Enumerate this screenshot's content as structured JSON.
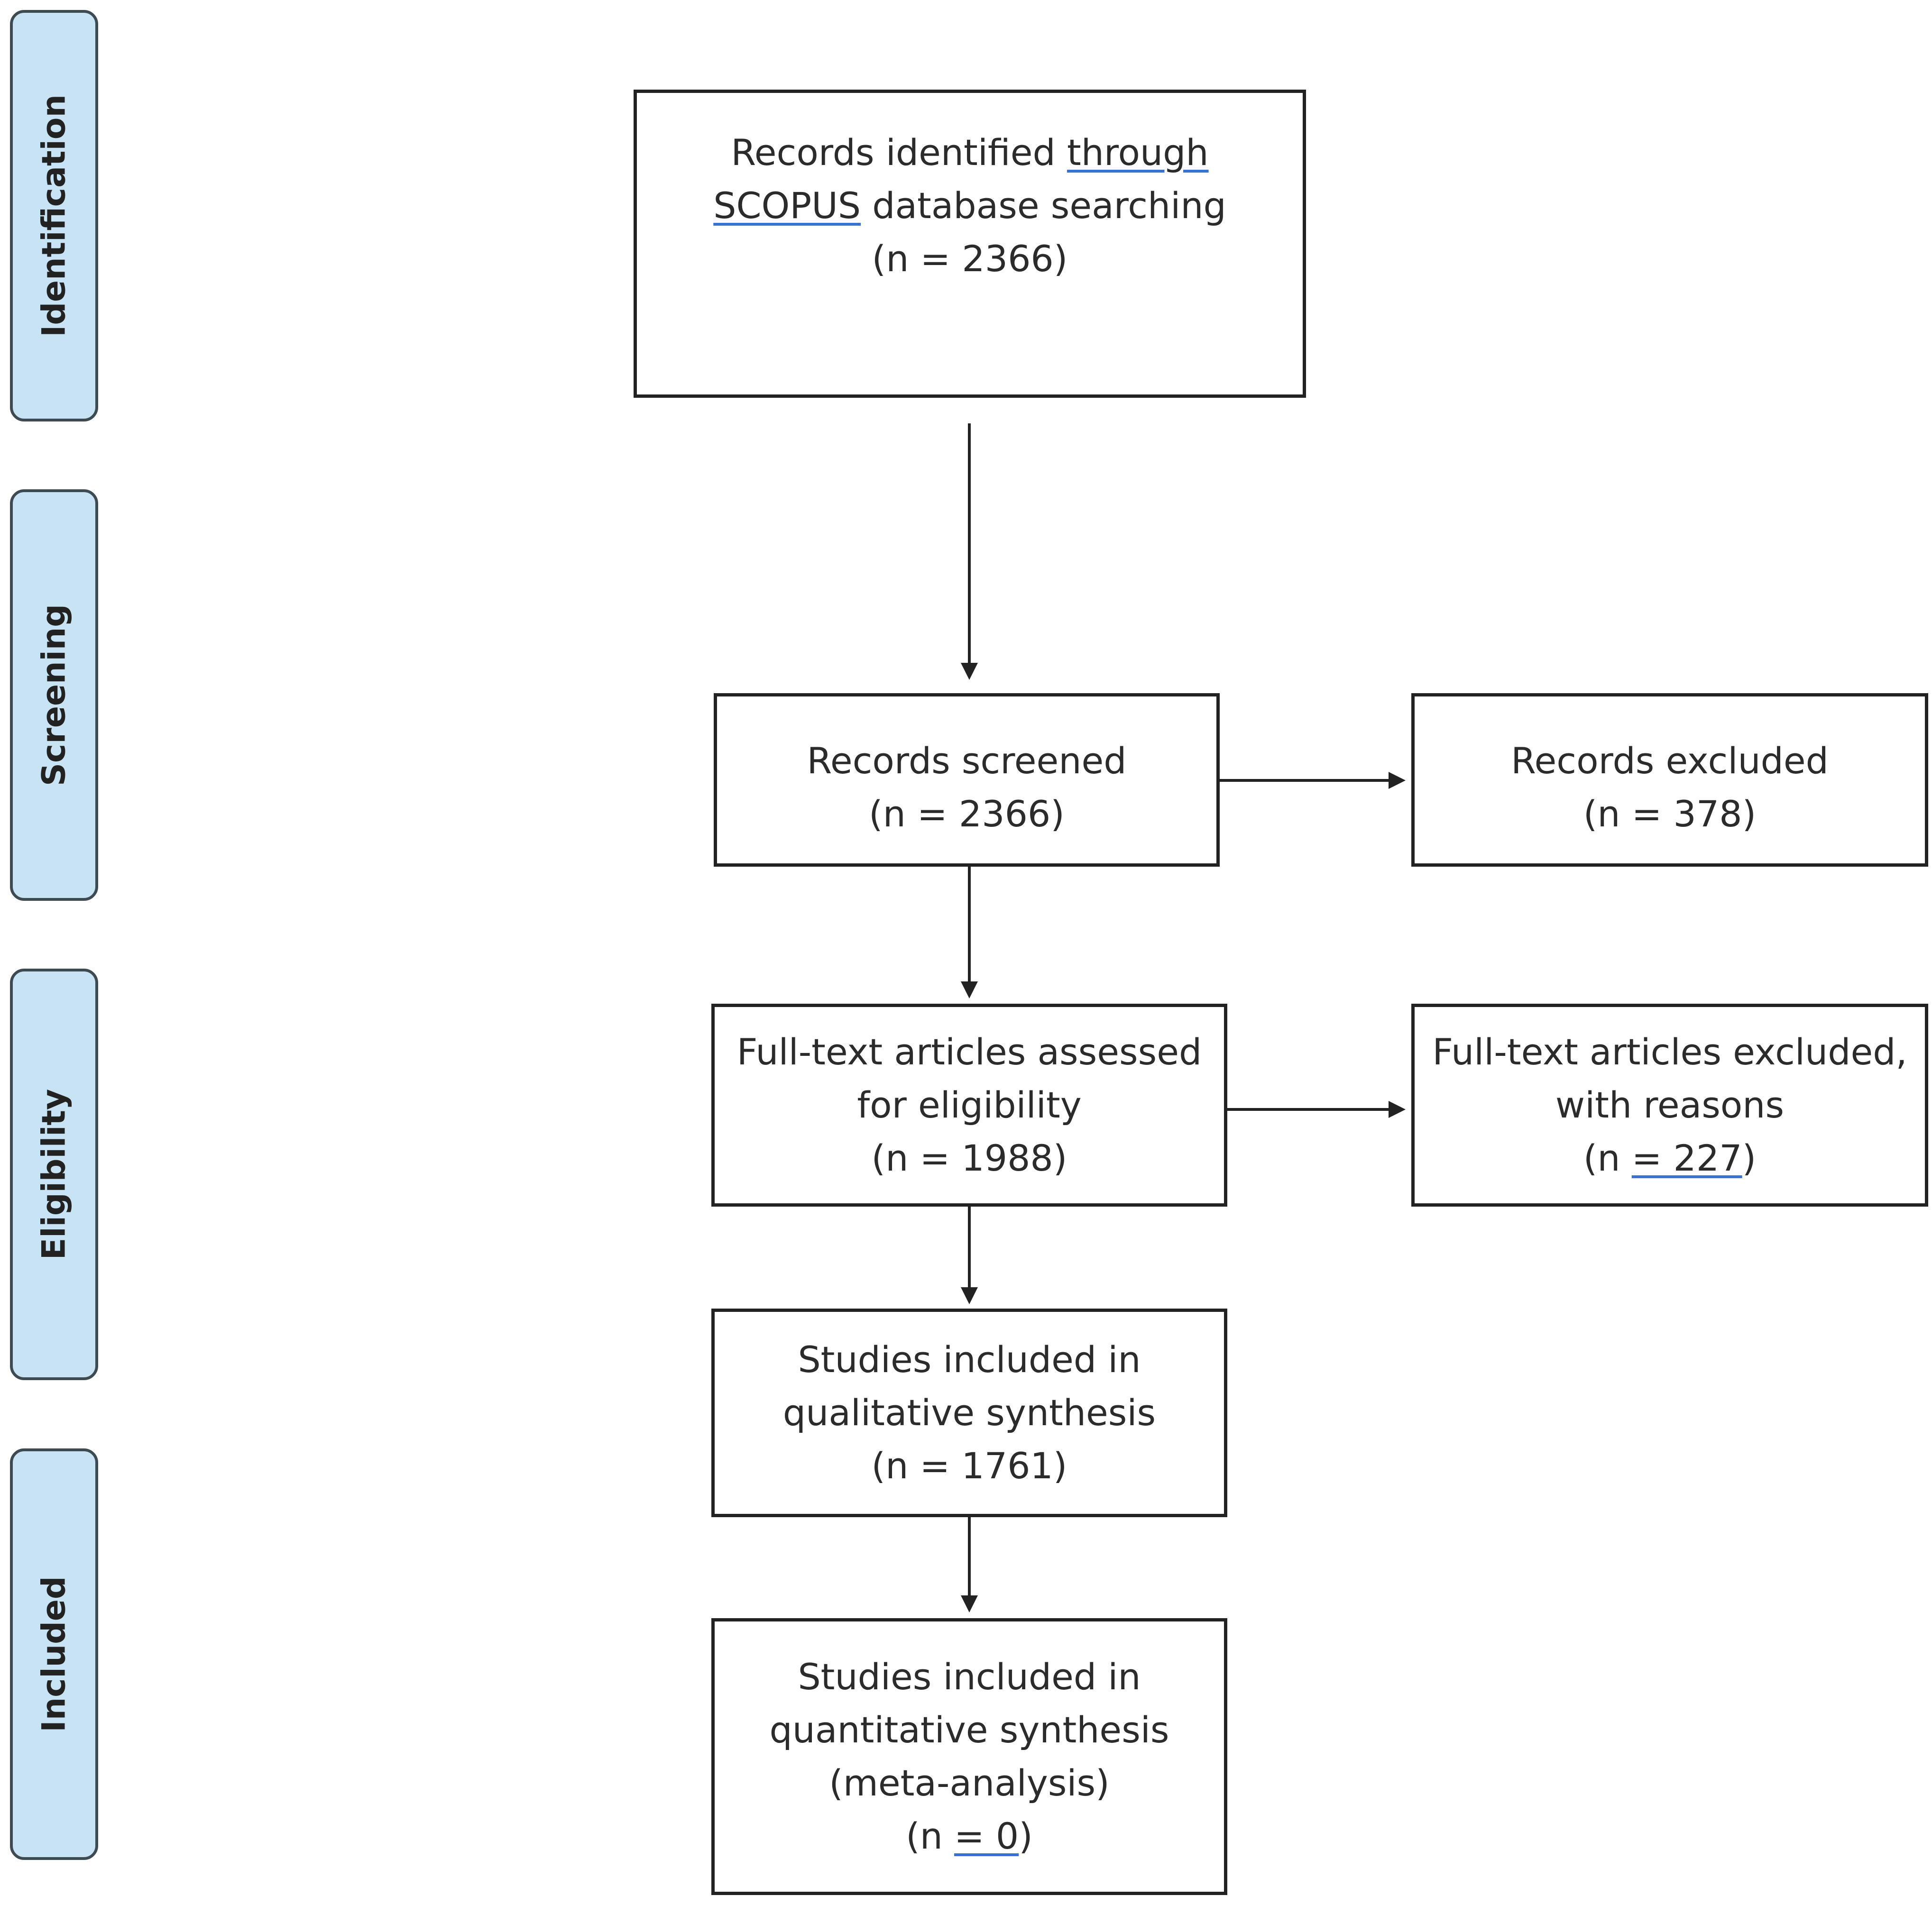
{
  "phases": {
    "identification": "Identification",
    "screening": "Screening",
    "eligibility": "Eligibility",
    "included": "Included"
  },
  "boxes": {
    "identified": {
      "line1_a": "Records identified ",
      "line1_b": "through",
      "line2_a": "SCOPUS",
      "line2_b": " database searching",
      "line3": "(n = 2366)"
    },
    "screened": {
      "line1": "Records screened",
      "line2": "(n = 2366)"
    },
    "excluded": {
      "line1": "Records excluded",
      "line2": "(n = 378)"
    },
    "fulltext_assessed": {
      "line1": "Full-text articles assessed",
      "line2": "for eligibility",
      "line3": "(n = 1988)"
    },
    "fulltext_excluded": {
      "line1": "Full-text articles excluded,",
      "line2": "with reasons",
      "line3_a": "(n ",
      "line3_b": "=  227",
      "line3_c": ")"
    },
    "qualitative": {
      "line1": "Studies included in",
      "line2": "qualitative synthesis",
      "line3": "(n = 1761)"
    },
    "quantitative": {
      "line1": "Studies included in",
      "line2": "quantitative synthesis",
      "line3": "(meta-analysis)",
      "line4_a": "(n ",
      "line4_b": "=  0",
      "line4_c": ")"
    }
  }
}
